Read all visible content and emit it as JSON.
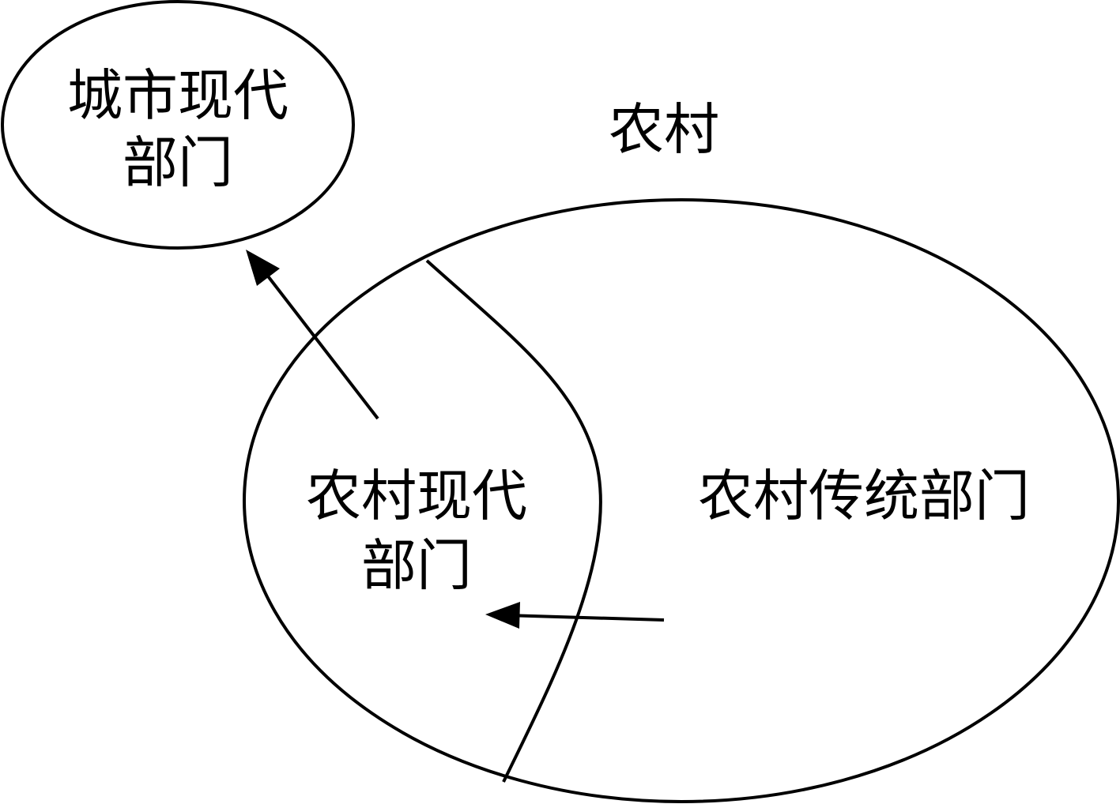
{
  "diagram": {
    "urban_modern_sector": {
      "line1": "城市现代",
      "line2": "部门"
    },
    "rural_label": "农村",
    "rural_modern_sector": {
      "line1": "农村现代",
      "line2": "部门"
    },
    "rural_traditional_sector": "农村传统部门"
  }
}
